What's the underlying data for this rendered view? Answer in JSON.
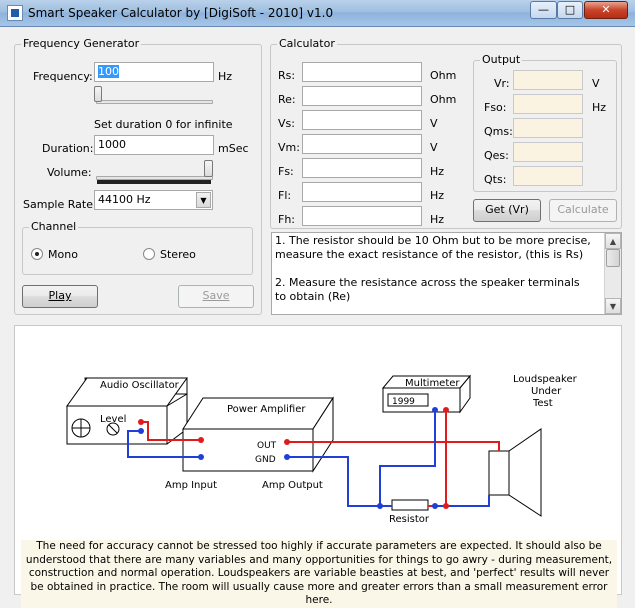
{
  "window": {
    "title": "Smart Speaker Calculator by [DigiSoft - 2010] v1.0",
    "min_glyph": "—",
    "max_glyph": "□",
    "close_glyph": "✕"
  },
  "frequency_generator": {
    "legend": "Frequency Generator",
    "frequency_label": "Frequency:",
    "frequency_value": "100",
    "frequency_unit": "Hz",
    "duration_hint": "Set duration 0 for infinite",
    "duration_label": "Duration:",
    "duration_value": "1000",
    "duration_unit": "mSec",
    "volume_label": "Volume:",
    "sample_rate_label": "Sample Rate:",
    "sample_rate_value": "44100 Hz",
    "channel": {
      "legend": "Channel",
      "mono": "Mono",
      "stereo": "Stereo",
      "selected": "Mono"
    },
    "play_label": "Play",
    "save_label": "Save"
  },
  "calculator": {
    "legend": "Calculator",
    "inputs": [
      {
        "label": "Rs:",
        "value": "",
        "unit": "Ohm"
      },
      {
        "label": "Re:",
        "value": "",
        "unit": "Ohm"
      },
      {
        "label": "Vs:",
        "value": "",
        "unit": "V"
      },
      {
        "label": "Vm:",
        "value": "",
        "unit": "V"
      },
      {
        "label": "Fs:",
        "value": "",
        "unit": "Hz"
      },
      {
        "label": "Fl:",
        "value": "",
        "unit": "Hz"
      },
      {
        "label": "Fh:",
        "value": "",
        "unit": "Hz"
      }
    ],
    "output": {
      "legend": "Output",
      "fields": [
        {
          "label": "Vr:",
          "value": "",
          "unit": "V"
        },
        {
          "label": "Fso:",
          "value": "",
          "unit": "Hz"
        },
        {
          "label": "Qms:",
          "value": "",
          "unit": ""
        },
        {
          "label": "Qes:",
          "value": "",
          "unit": ""
        },
        {
          "label": "Qts:",
          "value": "",
          "unit": ""
        }
      ]
    },
    "get_label": "Get (Vr)",
    "calculate_label": "Calculate"
  },
  "instructions": {
    "text": "1. The resistor should be 10 Ohm but to be more precise, measure the exact resistance of the resistor, (this is Rs)\n\n2. Measure the resistance across the speaker terminals\nto obtain (Re)"
  },
  "diagram": {
    "audio_oscillator": "Audio Oscillator",
    "level": "Level",
    "power_amplifier": "Power Amplifier",
    "out": "OUT",
    "gnd": "GND",
    "amp_input": "Amp Input",
    "amp_output": "Amp Output",
    "multimeter": "Multimeter",
    "display": "1999",
    "loudspeaker_line1": "Loudspeaker",
    "loudspeaker_line2": "Under",
    "loudspeaker_line3": "Test",
    "resistor": "Resistor",
    "note": "The need for accuracy cannot be stressed too highly if accurate parameters are expected. It should also be understood that there are many variables and many opportunities for things to go awry - during measurement, construction and normal operation. Loudspeakers are variable beasties at best, and 'perfect' results will never be obtained in practice. The room will usually cause more and greater errors than a small measurement error here."
  },
  "colors": {
    "wire_red": "#e01b1b",
    "wire_blue": "#1f3fd6",
    "selection": "#3399ff",
    "output_field_bg": "#fbf3e2"
  }
}
